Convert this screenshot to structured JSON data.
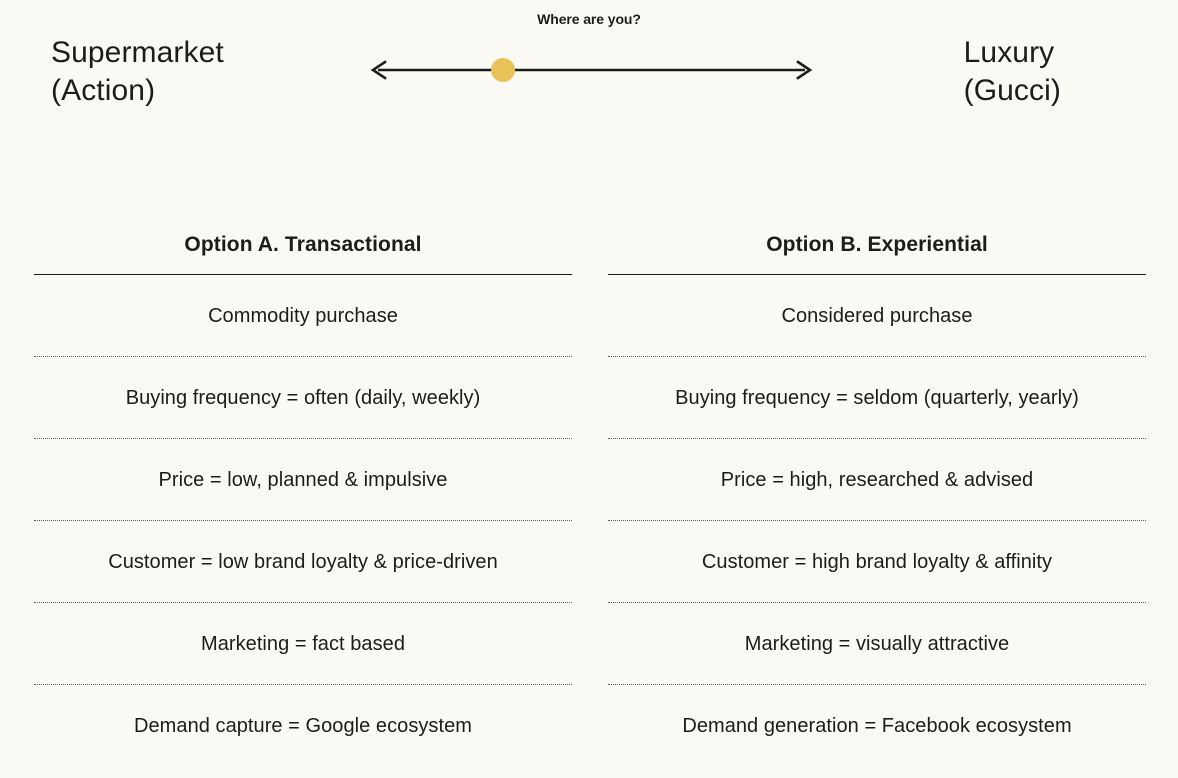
{
  "spectrum": {
    "question": "Where are you?",
    "left_pole": "Supermarket\n(Action)",
    "right_pole": "Luxury\n(Gucci)",
    "knob_position_percent": 30,
    "knob_color": "#e8c159",
    "axis_color": "#1c1c1a"
  },
  "comparison": {
    "columns": [
      {
        "title": "Option A. Transactional",
        "rows": [
          "Commodity purchase",
          "Buying frequency = often (daily, weekly)",
          "Price = low, planned & impulsive",
          "Customer = low brand loyalty & price-driven",
          "Marketing = fact based",
          "Demand capture = Google ecosystem"
        ]
      },
      {
        "title": "Option B. Experiential",
        "rows": [
          "Considered purchase",
          "Buying frequency = seldom (quarterly, yearly)",
          "Price = high, researched & advised",
          "Customer = high brand loyalty & affinity",
          "Marketing = visually attractive",
          "Demand generation = Facebook ecosystem"
        ]
      }
    ]
  },
  "theme": {
    "background": "#faf9f4",
    "text": "#1c1c1a",
    "accent": "#e8c159",
    "divider": "#5d5d58"
  }
}
